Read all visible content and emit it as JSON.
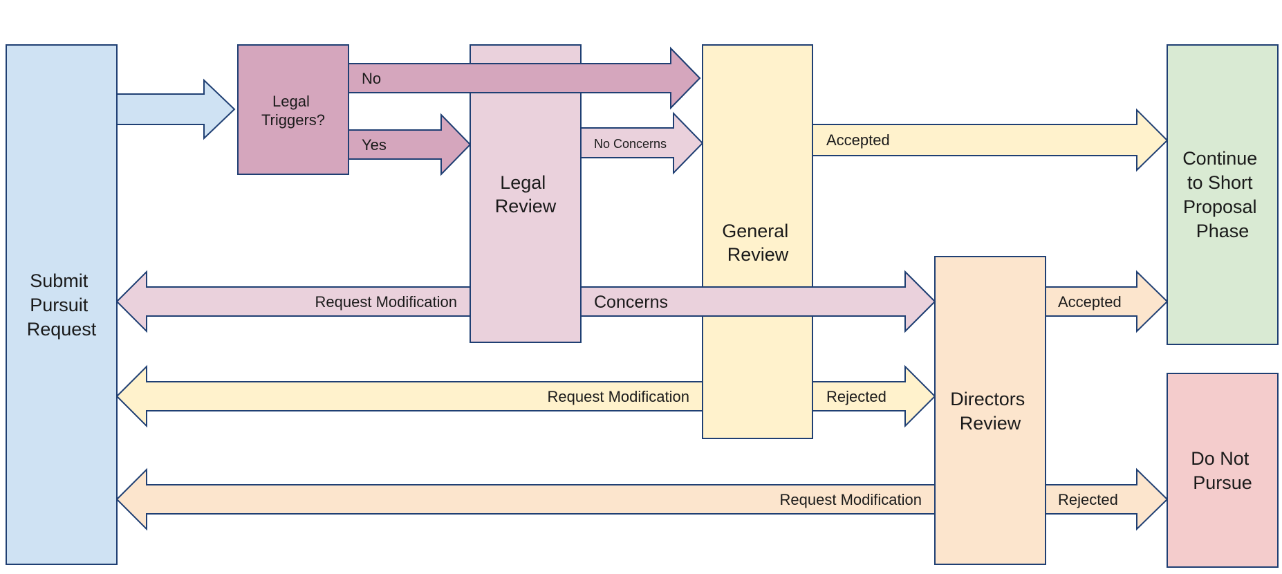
{
  "colors": {
    "blue": "#cfe2f3",
    "mauve": "#d5a6bd",
    "pink": "#ead1dc",
    "yellow": "#fff2cc",
    "peach": "#fce5cd",
    "green": "#d9ead3",
    "red": "#f4cccc",
    "stroke": "#1f3f73"
  },
  "boxes": {
    "submit": {
      "lines": [
        "Submit",
        "Pursuit",
        "Request"
      ]
    },
    "triggers": {
      "lines": [
        "Legal",
        "Triggers?"
      ]
    },
    "legal": {
      "lines": [
        "Legal",
        "Review"
      ]
    },
    "general": {
      "lines": [
        "General",
        "Review"
      ]
    },
    "directors": {
      "lines": [
        "Directors",
        "Review"
      ]
    },
    "continue": {
      "lines": [
        "Continue",
        "to Short",
        "Proposal",
        "Phase"
      ]
    },
    "notpursue": {
      "lines": [
        "Do Not",
        "Pursue"
      ]
    }
  },
  "arrows": {
    "no": "No",
    "yes": "Yes",
    "no_concerns": "No Concerns",
    "accepted_general": "Accepted",
    "request_mod_legal": "Request Modification",
    "concerns": "Concerns",
    "accepted_directors": "Accepted",
    "request_mod_general": "Request Modification",
    "rejected_general": "Rejected",
    "request_mod_directors": "Request Modification",
    "rejected_directors": "Rejected"
  }
}
